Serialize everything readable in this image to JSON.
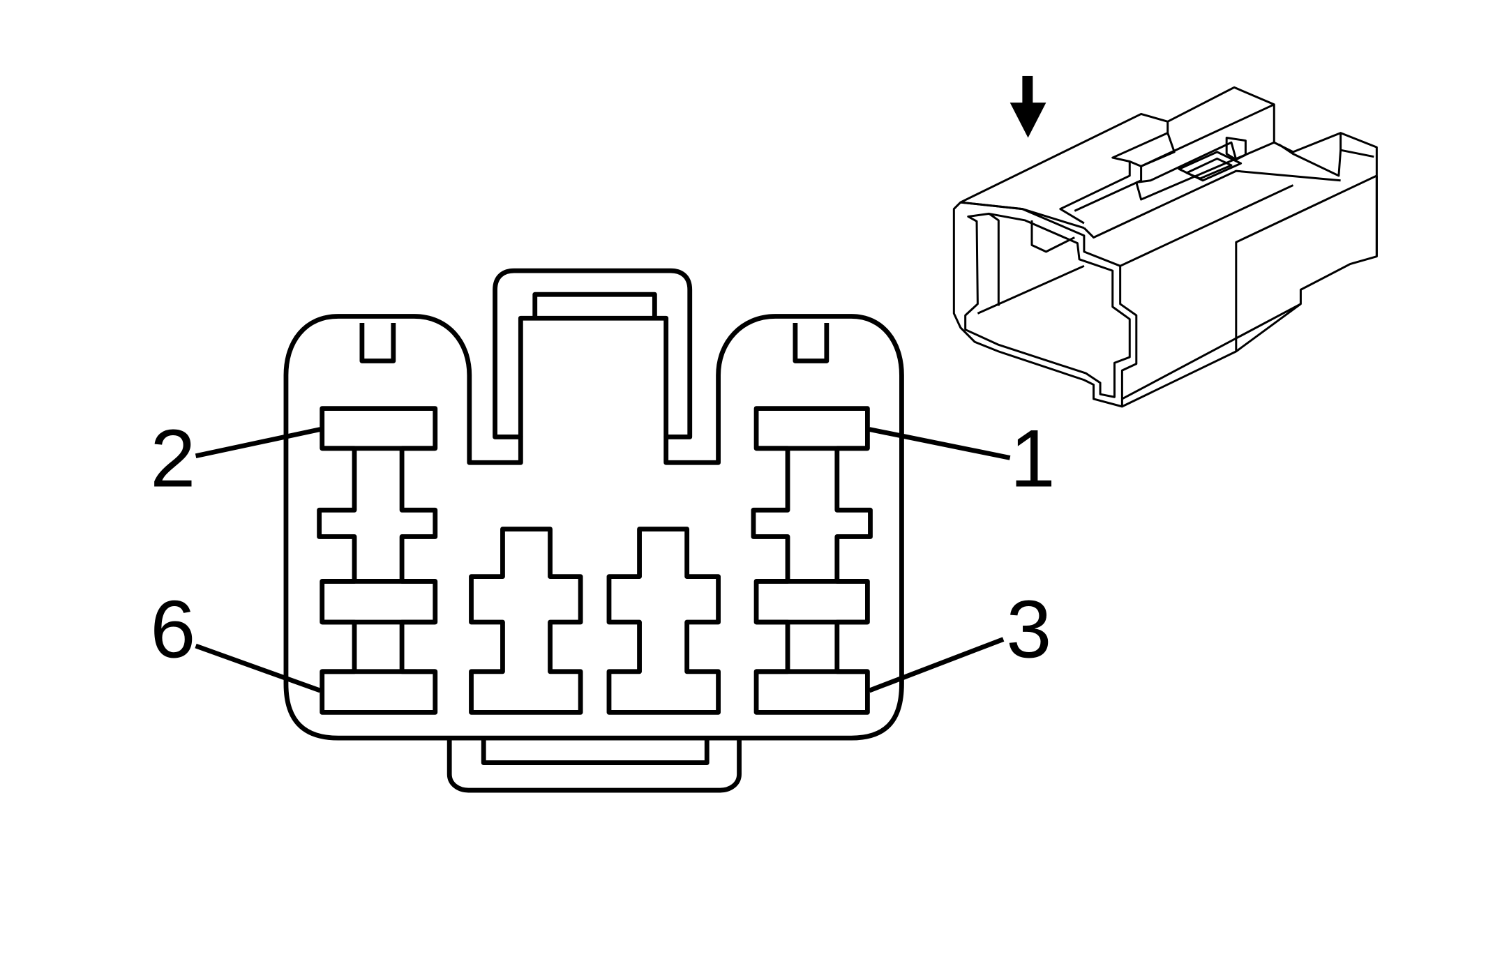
{
  "diagram": {
    "pin_labels": {
      "pin1": "1",
      "pin2": "2",
      "pin3": "3",
      "pin6": "6"
    },
    "colors": {
      "stroke": "#000000",
      "background": "#ffffff"
    },
    "icons": {
      "view_direction": "arrow-down-icon"
    }
  }
}
